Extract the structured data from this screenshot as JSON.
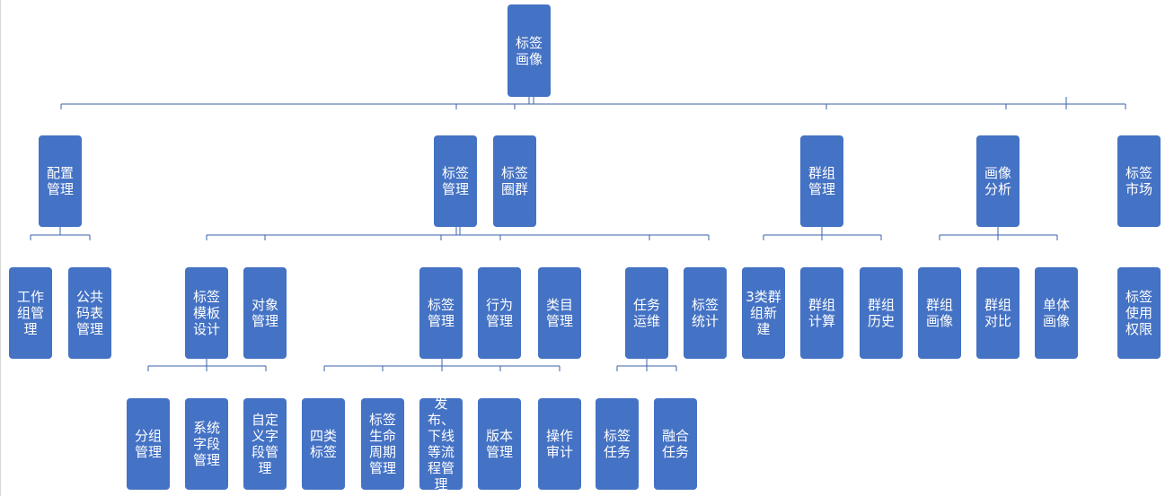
{
  "colors": {
    "node_fill": "#4472c4",
    "node_text": "#ffffff",
    "connector": "#3a62a8"
  },
  "nodes": {
    "root": "标签\n画像",
    "config_mgmt": "配置\n管理",
    "tag_mgmt": "标签\n管理",
    "tag_circle": "标签\n圈群",
    "group_mgmt": "群组\n管理",
    "portrait_analysis": "画像\n分析",
    "tag_market": "标签\n市场",
    "workgroup_mgmt": "工作\n组管\n理",
    "public_code_mgmt": "公共\n码表\n管理",
    "tag_template_design": "标签\n模板\n设计",
    "object_mgmt": "对象\n管理",
    "tag_mgmt_sub": "标签\n管理",
    "behavior_mgmt": "行为\n管理",
    "category_mgmt": "类目\n管理",
    "task_ops": "任务\n运维",
    "tag_stats": "标签\n统计",
    "new_3class_group": "3类群\n组新\n建",
    "group_calc": "群组\n计算",
    "group_history": "群组\n历史",
    "group_portrait": "群组\n画像",
    "group_compare": "群组\n对比",
    "single_portrait": "单体\n画像",
    "tag_usage_perm": "标签\n使用\n权限",
    "group_mgmt_leaf": "分组\n管理",
    "system_field_mgmt": "系统\n字段\n管理",
    "custom_field_mgmt": "自定\n义字\n段管\n理",
    "four_class_tags": "四类\n标签",
    "tag_lifecycle_mgmt": "标签\n生命\n周期\n管理",
    "publish_offline_flow": "发布、\n下线\n等流\n程管\n理",
    "version_mgmt": "版本\n管理",
    "operation_audit": "操作\n审计",
    "tag_task": "标签\n任务",
    "fusion_task": "融合\n任务"
  }
}
